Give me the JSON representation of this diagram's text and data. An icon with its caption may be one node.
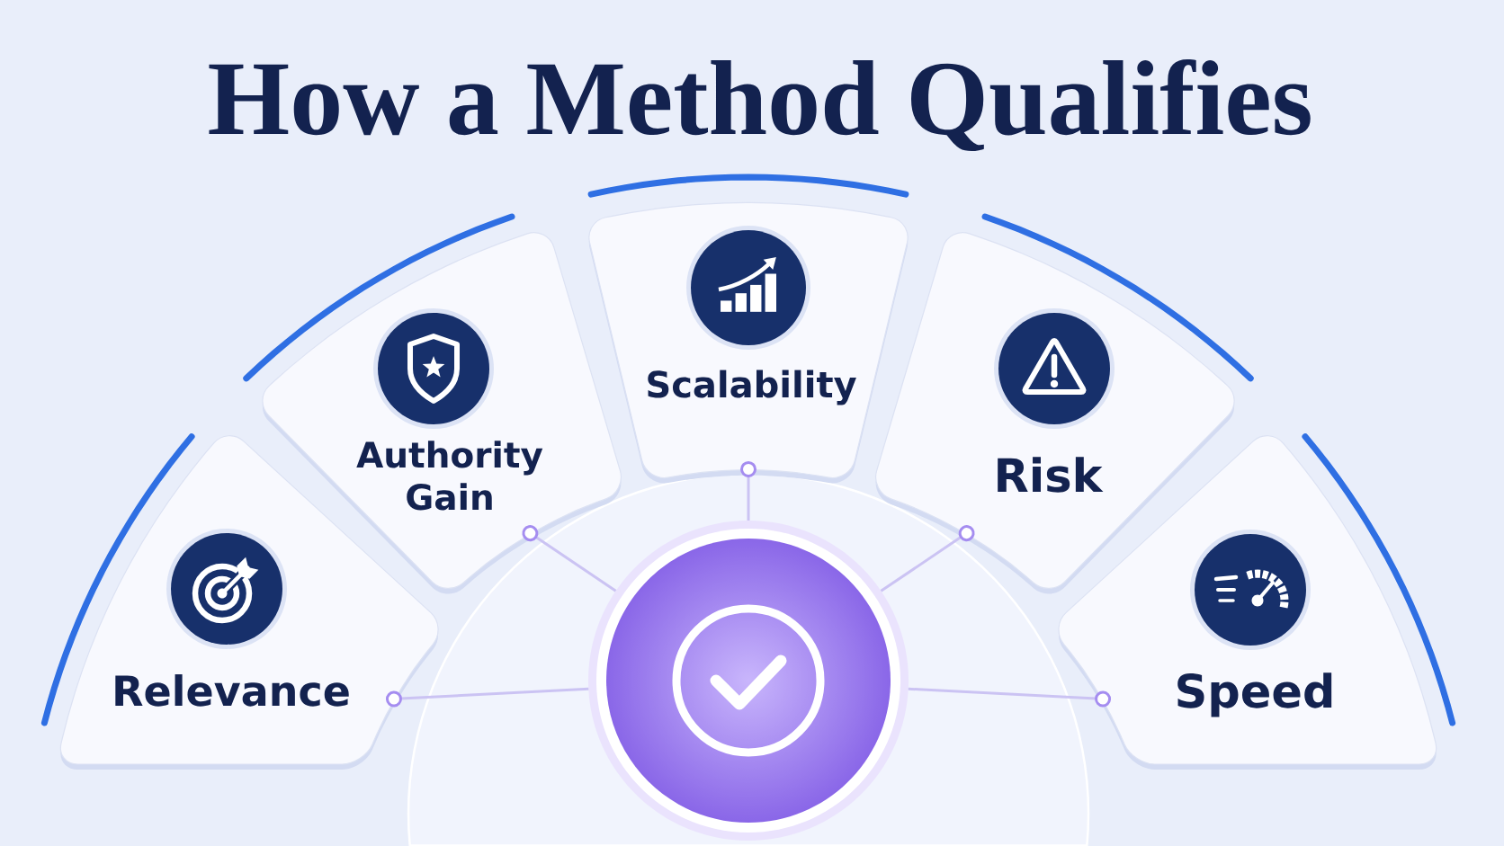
{
  "diagram": {
    "title": "How a Method Qualifies",
    "nodes": [
      {
        "text": [
          "Relevance"
        ]
      },
      {
        "text": [
          "Authority Gain"
        ]
      },
      {
        "text": [
          "Scalability"
        ]
      },
      {
        "text": [
          "Risk"
        ]
      },
      {
        "text": [
          "Speed"
        ]
      },
      {
        "text": [],
        "shape": "circle"
      }
    ],
    "edges": [
      {
        "from": 0,
        "to": 5,
        "arrow": "other"
      },
      {
        "from": 1,
        "to": 5,
        "arrow": "other"
      },
      {
        "from": 2,
        "to": 5,
        "arrow": "other"
      },
      {
        "from": 3,
        "to": 5,
        "arrow": "other"
      },
      {
        "from": 4,
        "to": 5,
        "arrow": "other"
      }
    ]
  }
}
